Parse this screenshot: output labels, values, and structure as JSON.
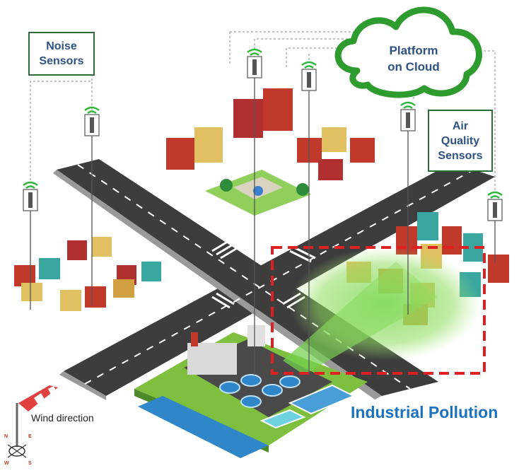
{
  "labels": {
    "noise_line1": "Noise",
    "noise_line2": "Sensors",
    "air_line1": "Air",
    "air_line2": "Quality",
    "air_line3": "Sensors",
    "cloud_line1": "Platform",
    "cloud_line2": "on Cloud",
    "industrial": "Industrial Pollution",
    "wind": "Wind direction"
  },
  "compass": {
    "n": "N",
    "e": "E",
    "s": "S",
    "w": "W"
  },
  "colors": {
    "cloud_outline": "#2e9b2e",
    "label_border": "#2f6b3a",
    "label_text": "#2d5283",
    "road": "#3a3a3a",
    "pollution_zone": "#e02020",
    "pollution_plume": "#7ed957",
    "industrial_text": "#1b72c0"
  }
}
